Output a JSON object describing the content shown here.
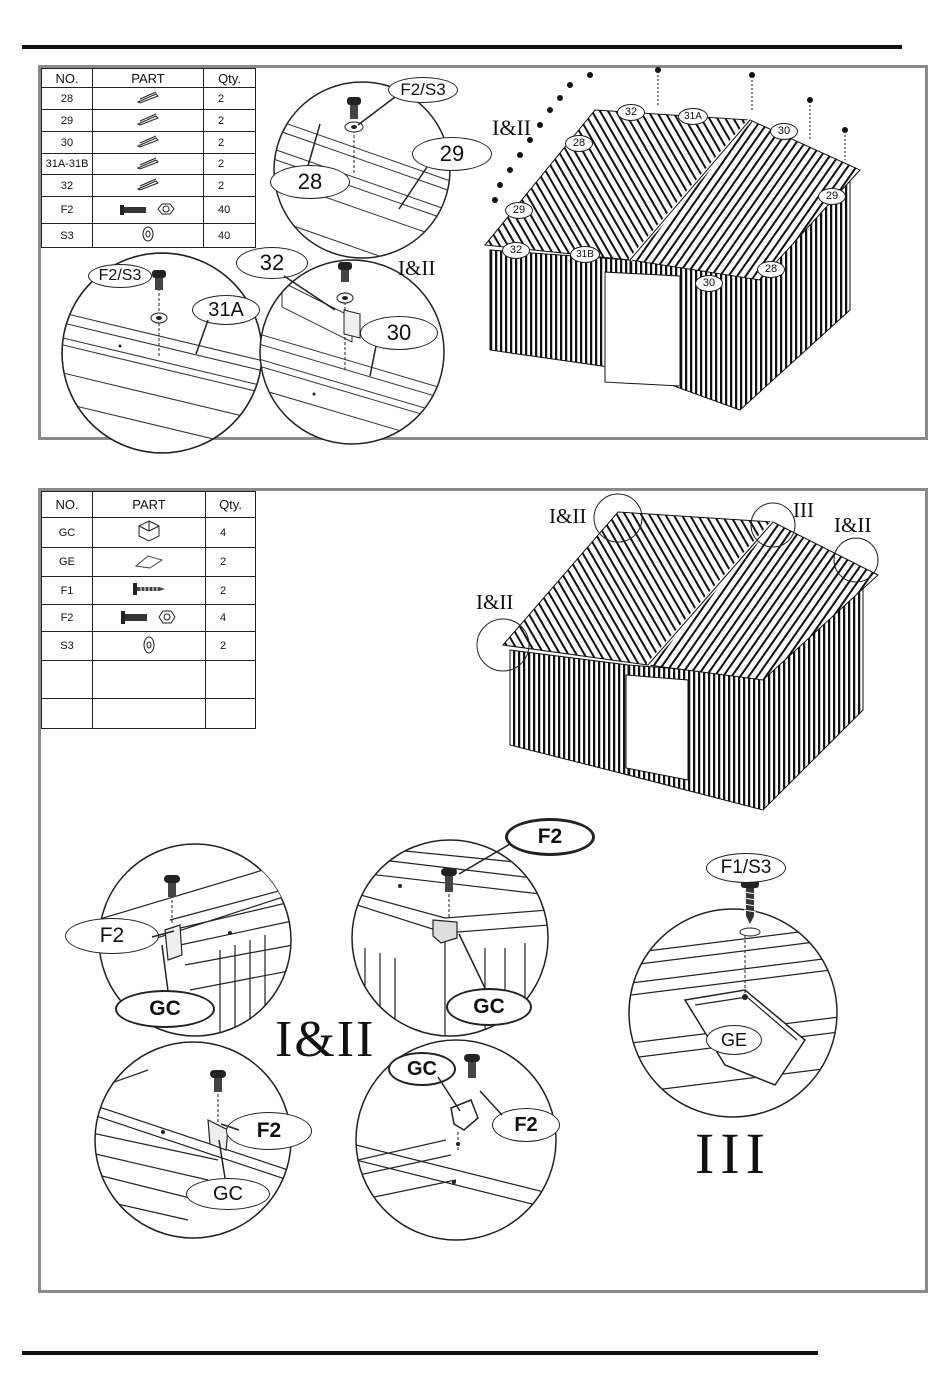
{
  "panel1": {
    "table": {
      "headers": [
        "NO.",
        "PART",
        "Qty."
      ],
      "rows": [
        {
          "no": "28",
          "icon": "rail-icon",
          "qty": "2"
        },
        {
          "no": "29",
          "icon": "rail-icon",
          "qty": "2"
        },
        {
          "no": "30",
          "icon": "rail-icon",
          "qty": "2"
        },
        {
          "no": "31A-31B",
          "icon": "rail-icon",
          "qty": "2"
        },
        {
          "no": "32",
          "icon": "rail-icon",
          "qty": "2"
        },
        {
          "no": "F2",
          "icon": "bolt-nut-icon",
          "qty": "40"
        },
        {
          "no": "S3",
          "icon": "washer-icon",
          "qty": "40"
        }
      ]
    },
    "detail_top": {
      "callout_a": "F2/S3",
      "callout_b": "28",
      "callout_c": "29"
    },
    "detail_left": {
      "callout_a": "F2/S3",
      "callout_b": "31A"
    },
    "detail_right": {
      "callout_a": "32",
      "callout_b": "30"
    },
    "section_label_a": "I&II",
    "section_label_b": "I&II",
    "shed_labels": [
      "32",
      "31A",
      "30",
      "28",
      "29",
      "29",
      "32",
      "31B",
      "30",
      "28"
    ]
  },
  "panel2": {
    "table": {
      "headers": [
        "NO.",
        "PART",
        "Qty."
      ],
      "rows": [
        {
          "no": "GC",
          "icon": "corner-cap-icon",
          "qty": "4"
        },
        {
          "no": "GE",
          "icon": "gable-end-icon",
          "qty": "2"
        },
        {
          "no": "F1",
          "icon": "screw-icon",
          "qty": "2"
        },
        {
          "no": "F2",
          "icon": "bolt-nut-icon",
          "qty": "4"
        },
        {
          "no": "S3",
          "icon": "washer-icon",
          "qty": "2"
        },
        {
          "no": "",
          "icon": "",
          "qty": ""
        },
        {
          "no": "",
          "icon": "",
          "qty": ""
        }
      ]
    },
    "shed_markers": {
      "front_left": "I&II",
      "top_left": "I&II",
      "top_right": "III",
      "right": "I&II"
    },
    "detail1": {
      "f": "F2",
      "g": "GC"
    },
    "detail2": {
      "f": "F2",
      "g": "GC"
    },
    "detail3": {
      "f": "F2",
      "g": "GC"
    },
    "detail4": {
      "f": "F2",
      "g": "GC"
    },
    "detail5": {
      "f": "F1/S3",
      "g": "GE"
    },
    "big_label_left": "I&II",
    "big_label_right": "III"
  }
}
